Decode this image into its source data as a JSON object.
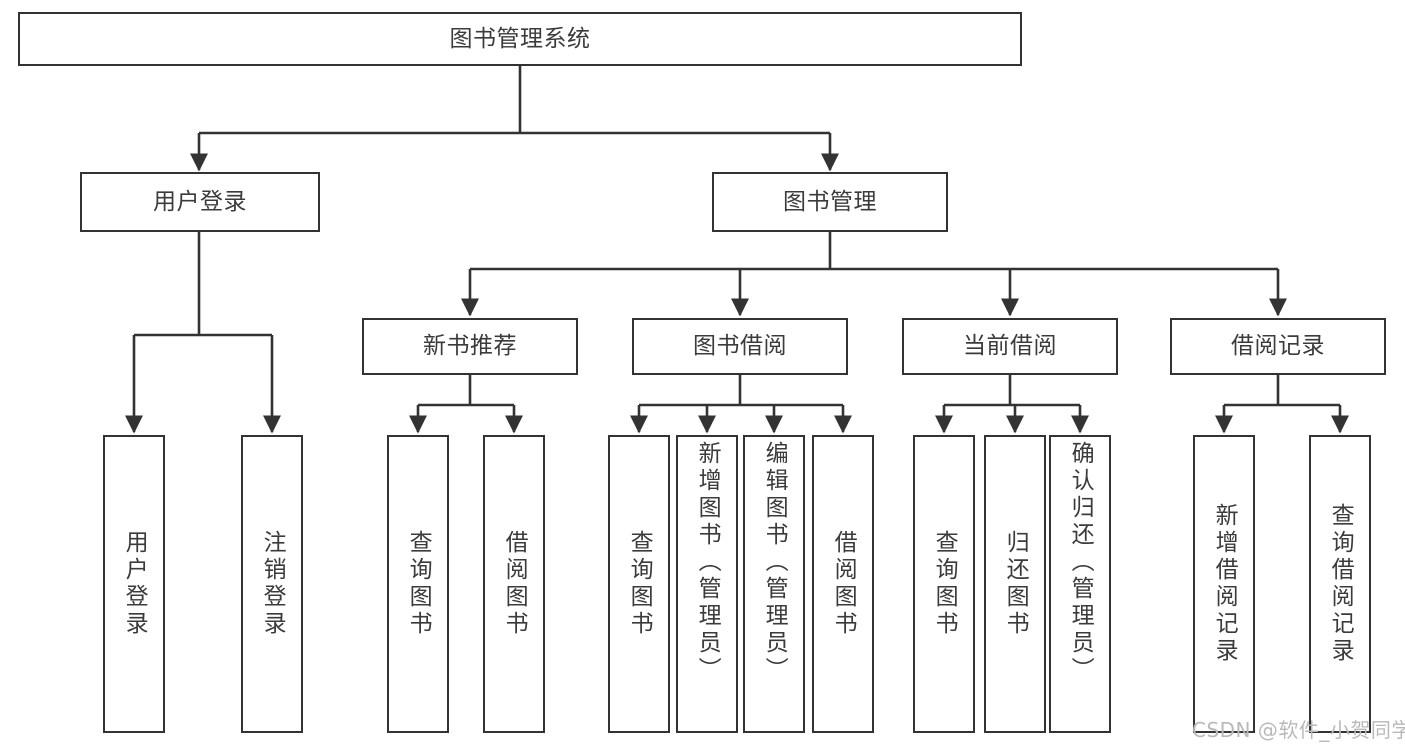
{
  "diagram": {
    "title": "图书管理系统",
    "type": "tree-hierarchy-flowchart",
    "colors": {
      "box_border": "#333333",
      "box_fill": "#ffffff",
      "connector": "#333333",
      "text": "#3b3b3b",
      "watermark": "#b9b9b9",
      "background": "#ffffff"
    },
    "root": {
      "label": "图书管理系统"
    },
    "level2": [
      {
        "label": "用户登录"
      },
      {
        "label": "图书管理"
      }
    ],
    "level3": [
      {
        "label": "新书推荐"
      },
      {
        "label": "图书借阅"
      },
      {
        "label": "当前借阅"
      },
      {
        "label": "借阅记录"
      }
    ],
    "leaves": {
      "user_login": [
        {
          "label": "用户登录"
        },
        {
          "label": "注销登录"
        }
      ],
      "new_book": [
        {
          "label": "查询图书"
        },
        {
          "label": "借阅图书"
        }
      ],
      "book_borrow": [
        {
          "label": "查询图书"
        },
        {
          "label": "新增图书（管理员）"
        },
        {
          "label": "编辑图书（管理员）"
        },
        {
          "label": "借阅图书"
        }
      ],
      "current_borrow": [
        {
          "label": "查询图书"
        },
        {
          "label": "归还图书"
        },
        {
          "label": "确认归还（管理员）"
        }
      ],
      "borrow_record": [
        {
          "label": "新增借阅记录"
        },
        {
          "label": "查询借阅记录"
        }
      ]
    },
    "watermark": "CSDN @软件_小贺同学"
  }
}
